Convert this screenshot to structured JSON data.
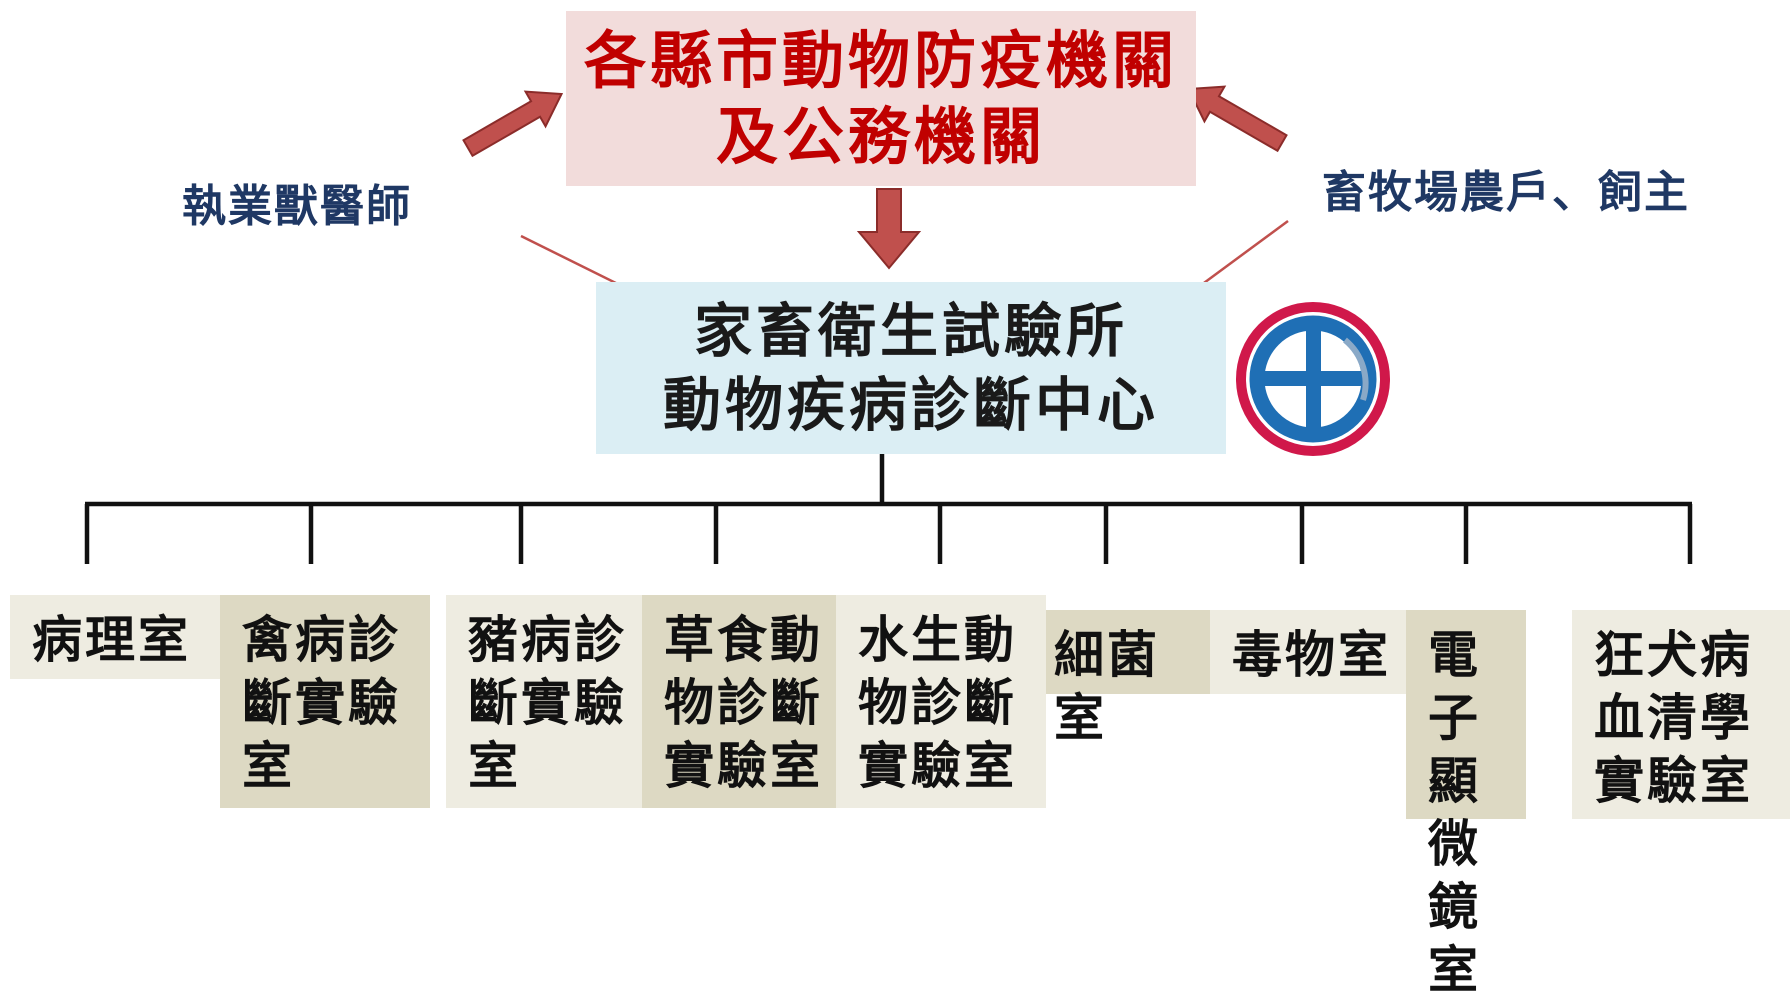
{
  "top_box": {
    "lines": [
      "各縣市動物防疫機關",
      "及公務機關"
    ]
  },
  "left_label": "執業獸醫師",
  "right_label": "畜牧場農戶、飼主",
  "center_box": {
    "lines": [
      "家畜衛生試驗所",
      "動物疾病診斷中心"
    ]
  },
  "logo": {
    "name": "institute-logo",
    "ring_color": "#d0184a",
    "mark_color": "#1f6fb5"
  },
  "labs": [
    {
      "lines": [
        "病理室"
      ]
    },
    {
      "lines": [
        "禽病診",
        "斷實驗",
        "室"
      ]
    },
    {
      "lines": [
        "豬病診",
        "斷實驗",
        "室"
      ]
    },
    {
      "lines": [
        "草食動",
        "物診斷",
        "實驗室"
      ]
    },
    {
      "lines": [
        "水生動",
        "物診斷",
        "實驗室"
      ]
    },
    {
      "lines": [
        "細菌室"
      ]
    },
    {
      "lines": [
        "毒物室"
      ]
    },
    {
      "lines": [
        "電子",
        "顯微",
        "鏡室"
      ]
    },
    {
      "lines": [
        "狂犬病",
        "血清學",
        "實驗室"
      ]
    }
  ],
  "colors": {
    "arrow_fill": "#c0504d",
    "arrow_dark": "#8b2c2a",
    "top_box_bg": "#f2dcdb",
    "center_box_bg": "#dbeef4",
    "lab_light": "#eeece1",
    "lab_dark": "#ddd9c3"
  }
}
